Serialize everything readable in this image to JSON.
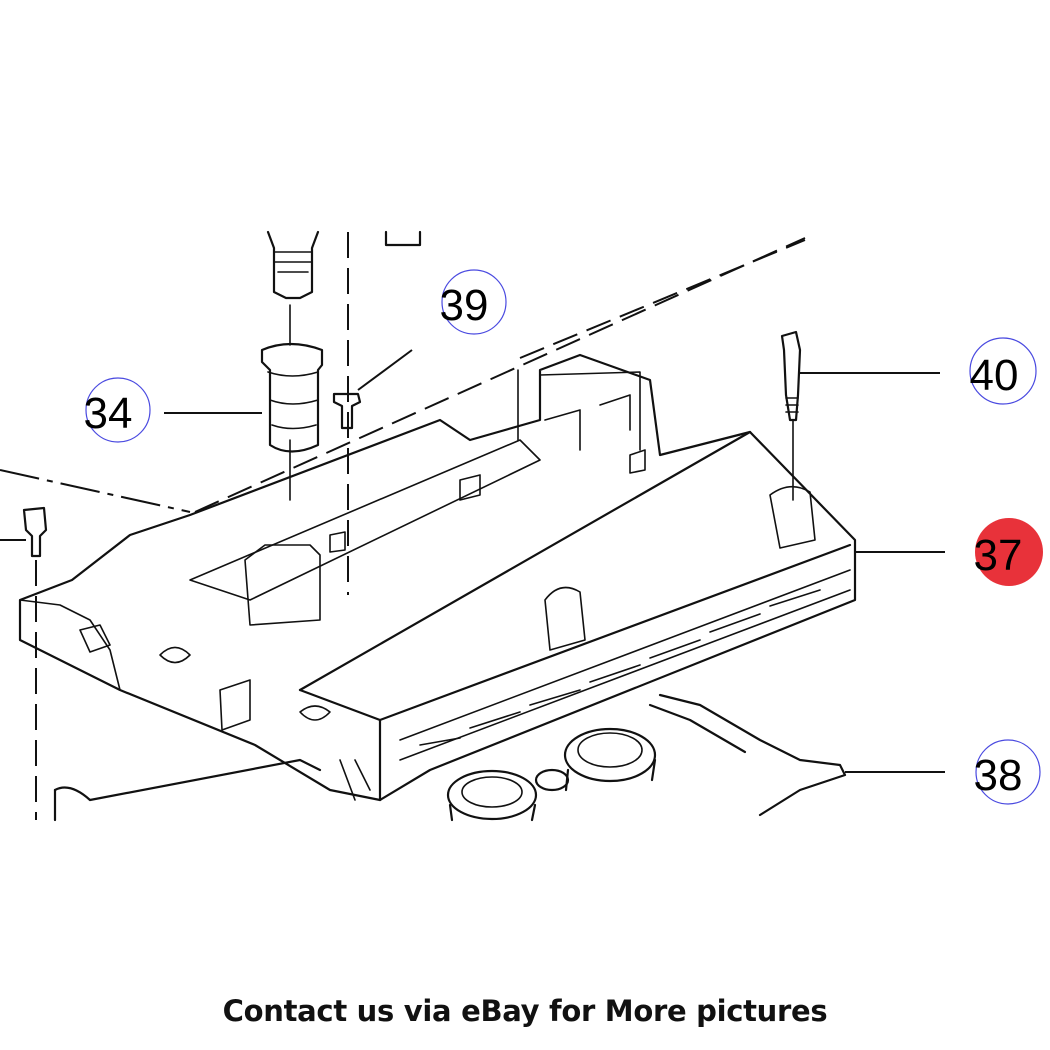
{
  "callouts": {
    "c34": {
      "label": "34",
      "highlight": false
    },
    "c39": {
      "label": "39",
      "highlight": false
    },
    "c40": {
      "label": "40",
      "highlight": false
    },
    "c37": {
      "label": "37",
      "highlight": true
    },
    "c38": {
      "label": "38",
      "highlight": false
    }
  },
  "colors": {
    "highlight": "#e8323a",
    "ring": "#4a4ae0",
    "ink": "#111111"
  },
  "footer": {
    "text": "Contact us via eBay for More pictures"
  }
}
